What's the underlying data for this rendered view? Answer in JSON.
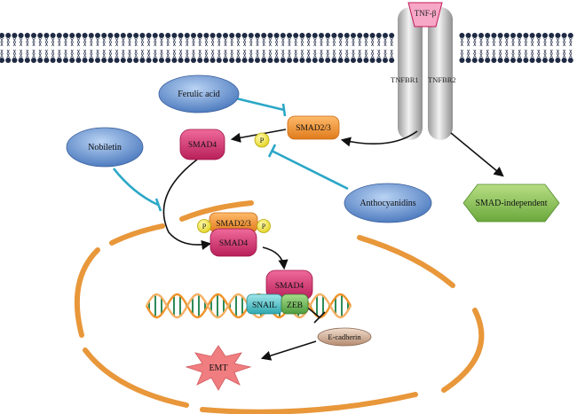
{
  "ligand": {
    "label": "TNF-β"
  },
  "receptors": {
    "left_label": "TNFBR1",
    "right_label": "TNFBR2"
  },
  "nodes": {
    "ferulic_acid": "Ferulic acid",
    "nobiletin": "Nobiletin",
    "anthocyanidins": "Anthocyanidins",
    "smad23": "SMAD2/3",
    "smad4": "SMAD4",
    "smad_independent": "SMAD-independent",
    "phospho": "P",
    "complex_smad23": "SMAD2/3",
    "complex_smad4": "SMAD4",
    "dna_smad4": "SMAD4",
    "snail": "SNAIL",
    "zeb": "ZEB",
    "ecadherin": "E-cadherin",
    "emt": "EMT"
  },
  "colors": {
    "membrane_head": "#1f2a44",
    "receptor": "#c9c9c9",
    "ligand": "#f4a9c4",
    "drug": "#4f7fc7",
    "smad23": "#f39c3c",
    "smad4": "#d6336c",
    "phospho": "#f2ea3a",
    "smad_independent": "#8cc152",
    "snail": "#4fc3c8",
    "zeb": "#6fbf6a",
    "ecadherin": "#d7b8a2",
    "emt": "#f07d80",
    "nucleus": "#e8973a",
    "inhibition": "#2ba7c7",
    "dna_strand_a": "#f0932b",
    "dna_strand_b": "#2e8b57"
  }
}
